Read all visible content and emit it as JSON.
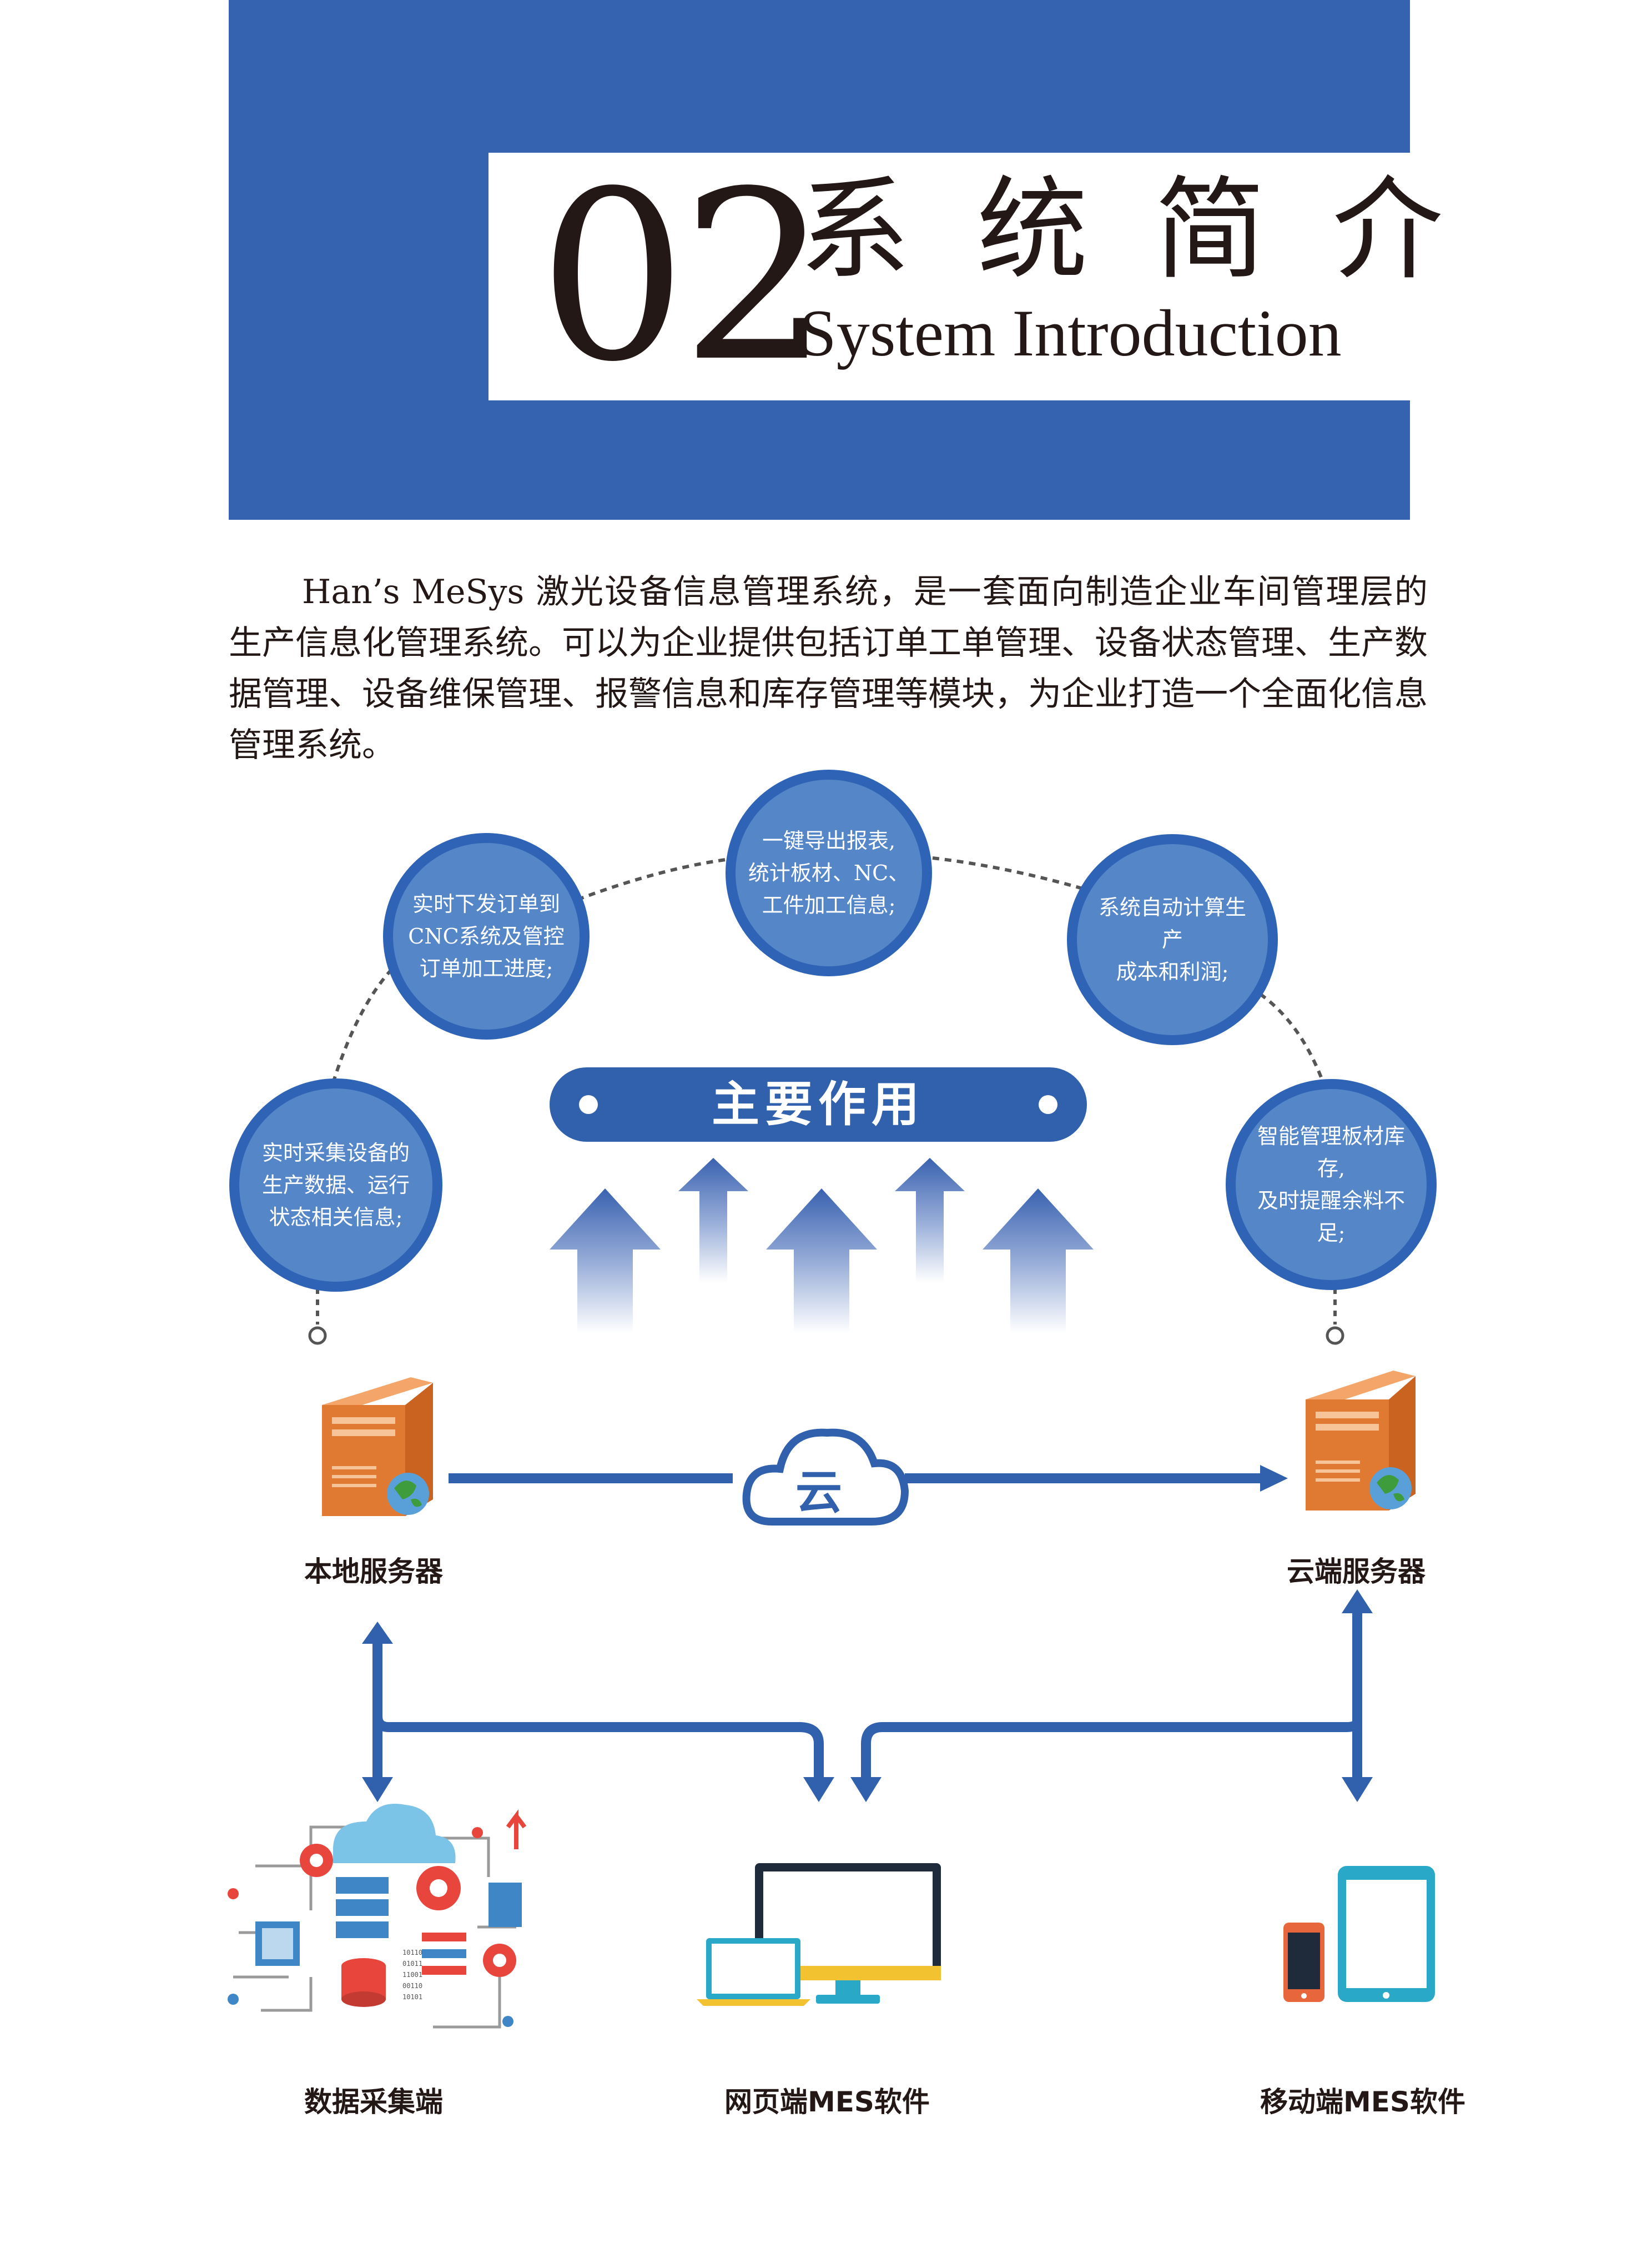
{
  "header": {
    "number": "02",
    "title_cn": "系统简介",
    "title_en": "System Introduction"
  },
  "intro": {
    "text": "Han’s MeSys 激光设备信息管理系统，是一套面向制造企业车间管理层的生产信息化管理系统。可以为企业提供包括订单工单管理、设备状态管理、生产数据管理、设备维保管理、报警信息和库存管理等模块，为企业打造一个全面化信息管理系统。"
  },
  "functions": {
    "banner": "主要作用",
    "items": [
      "实时采集设备的\n生产数据、运行\n状态相关信息;",
      "实时下发订单到\nCNC系统及管控\n订单加工进度;",
      "一键导出报表,\n统计板材、NC、\n工件加工信息;",
      "系统自动计算生产\n成本和利润;",
      "智能管理板材库存,\n及时提醒余料不足;"
    ]
  },
  "network": {
    "local_server": "本地服务器",
    "cloud_server": "云端服务器",
    "cloud": "云"
  },
  "clients": {
    "data_collection": "数据采集端",
    "web_mes": "网页端MES软件",
    "mobile_mes": "移动端MES软件"
  },
  "colors": {
    "header_blue": "#3563b0",
    "circle_blue": "#5586c8",
    "server_orange": "#e07a33"
  }
}
